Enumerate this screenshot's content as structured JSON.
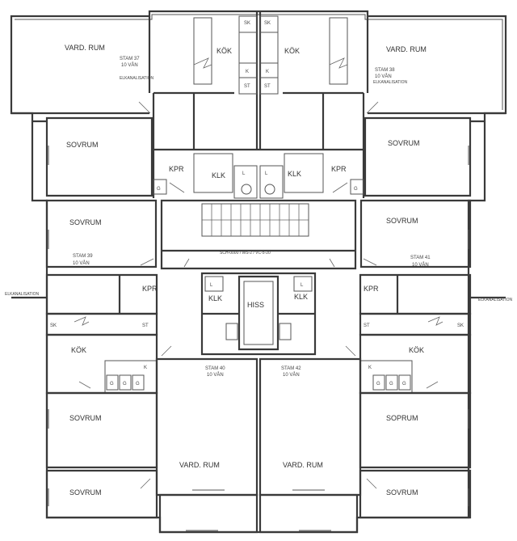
{
  "rooms": {
    "vard_tl": "VARD. RUM",
    "vard_tr": "VARD. RUM",
    "vard_bl": "VARD. RUM",
    "vard_br": "VARD. RUM",
    "kok_tl": "KÖK",
    "kok_tr": "KÖK",
    "kok_bl": "KÖK",
    "kok_br": "KÖK",
    "sovrum_1": "SOVRUM",
    "sovrum_2": "SOVRUM",
    "sovrum_3": "SOVRUM",
    "sovrum_4": "SOVRUM",
    "sovrum_5": "SOVRUM",
    "sovrum_6": "SOVRUM",
    "soprum": "SOPRUM",
    "kpr_1": "KPR",
    "kpr_2": "KPR",
    "kpr_3": "KPR",
    "kpr_4": "KPR",
    "klk_1": "KLK",
    "klk_2": "KLK",
    "klk_3": "KLK",
    "klk_4": "KLK",
    "hiss": "HISS"
  },
  "stams": {
    "s37": "STAM 37",
    "s38": "STAM 38",
    "s39": "STAM 39",
    "s40": "STAM 40",
    "s41": "STAM 41",
    "s42": "STAM 42",
    "van": "10 VÅN"
  },
  "notes": {
    "elkanal": "ELKANALISATION",
    "corridor": "SCH-0000 / WS-2 / VC-5-20"
  },
  "marks": {
    "sk": "SK",
    "k": "K",
    "st": "ST",
    "l": "L",
    "g": "G"
  }
}
